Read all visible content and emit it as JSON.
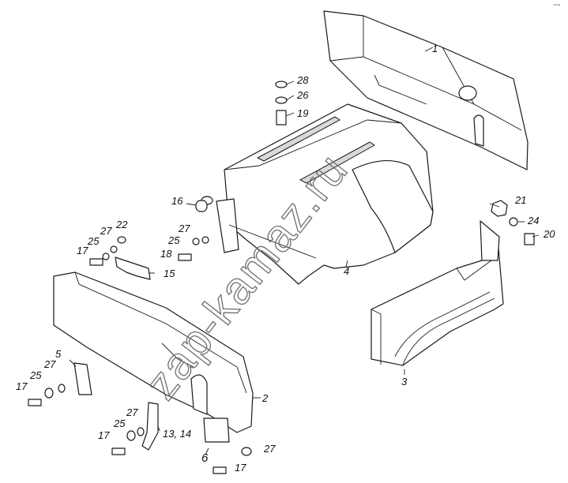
{
  "watermark": "zap-kamaz.ru",
  "corner_mark": "~~",
  "labels": {
    "p1": "1",
    "p2": "2",
    "p3": "3",
    "p4": "4",
    "p5": "5",
    "p6": "6",
    "p13_14": "13, 14",
    "p15": "15",
    "p16": "16",
    "p17a": "17",
    "p17b": "17",
    "p17c": "17",
    "p17d": "17",
    "p18": "18",
    "p19": "19",
    "p20": "20",
    "p21": "21",
    "p22": "22",
    "p24": "24",
    "p25a": "25",
    "p25b": "25",
    "p25c": "25",
    "p25d": "25",
    "p26": "26",
    "p27a": "27",
    "p27b": "27",
    "p27c": "27",
    "p27d": "27",
    "p27e": "27",
    "p28": "28"
  }
}
